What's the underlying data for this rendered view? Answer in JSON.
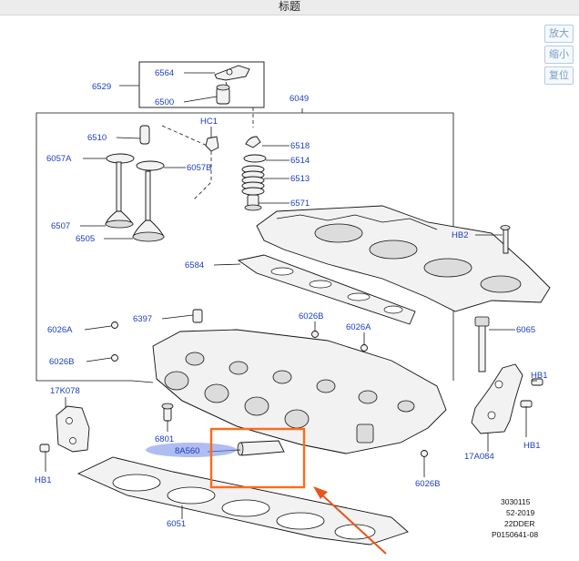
{
  "window": {
    "title": "标题"
  },
  "zoom_controls": {
    "zoom_in": "放大",
    "zoom_out": "缩小",
    "reset": "复位"
  },
  "parts": {
    "p6529": "6529",
    "p6564": "6564",
    "p6500": "6500",
    "p6049": "6049",
    "p6510": "6510",
    "hc1": "HC1",
    "p6518": "6518",
    "p6057a": "6057A",
    "p6514": "6514",
    "p6057b": "6057B",
    "p6513": "6513",
    "p6571": "6571",
    "p6507": "6507",
    "p6505": "6505",
    "hb2": "HB2",
    "p6584": "6584",
    "p6397": "6397",
    "p6026b_top": "6026B",
    "p6026a_left": "6026A",
    "p6026a_right": "6026A",
    "p6065": "6065",
    "p6026b_left": "6026B",
    "k17k078": "17K078",
    "hb1_right_top": "HB1",
    "p6801": "6801",
    "a8a560": "8A560",
    "hb1_right_bottom": "HB1",
    "a17a084": "17A084",
    "hb1_left": "HB1",
    "p6026b_bottom": "6026B",
    "p6051": "6051"
  },
  "diagram_meta": {
    "line1": "3030115",
    "line2": "52-2019",
    "line3": "22DDER",
    "line4": "P0150641-08"
  },
  "colors": {
    "label_blue": "#1a3fc0",
    "highlight_box": "#ff6a1a",
    "arrow": "#e8541b",
    "label_highlight": "#6e86e6"
  }
}
